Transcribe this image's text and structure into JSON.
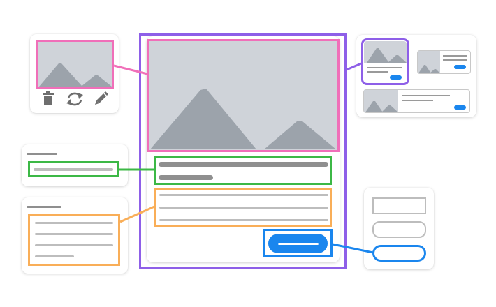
{
  "colors": {
    "purple": "#8e5fe8",
    "pink": "#f06fb9",
    "green": "#3cb846",
    "orange": "#f9ae58",
    "blue": "#1a86ee",
    "placeholder": "#cfd3d9",
    "mountain": "#9ca3ab",
    "line_dark": "#8f8f8f",
    "line_light": "#bdbdbd",
    "icon": "#6e6e6e"
  },
  "icons": [
    "trash-icon",
    "refresh-icon",
    "pencil-icon"
  ],
  "sections": [
    "image-actions",
    "heading",
    "body-text",
    "action-button",
    "card-variants",
    "button-variants"
  ]
}
